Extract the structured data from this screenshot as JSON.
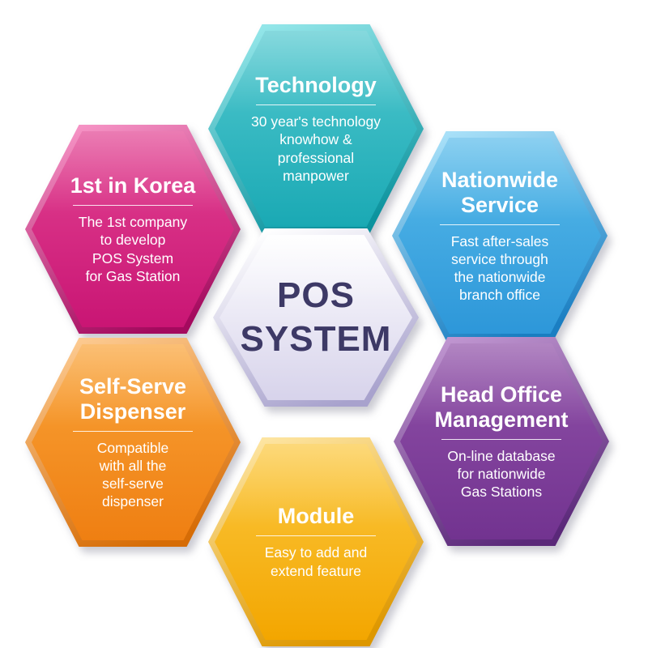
{
  "hexagons": [
    {
      "id": "pos-system",
      "title": "POS\nSYSTEM",
      "body": "",
      "colors": {
        "rim_light": "#ffffff",
        "rim_dark": "#a8a2cd",
        "fill_light": "#fefeff",
        "fill_dark": "#d7d3eb",
        "text": "#3d3966"
      }
    },
    {
      "id": "technology",
      "title": "Technology",
      "body": "30 year's technology\nknowhow &\nprofessional\nmanpower",
      "colors": {
        "rim_light": "#93e6e9",
        "rim_dark": "#0c939e",
        "fill_light": "#52c8cf",
        "fill_dark": "#1aa9b4",
        "text": "#ffffff"
      }
    },
    {
      "id": "nationwide-service",
      "title": "Nationwide\nService",
      "body": "Fast after-sales\nservice through\nthe nationwide\nbranch office",
      "colors": {
        "rim_light": "#a8e0f8",
        "rim_dark": "#1a7ec2",
        "fill_light": "#58bbea",
        "fill_dark": "#2d97d9",
        "text": "#ffffff"
      }
    },
    {
      "id": "first-in-korea",
      "title": "1st in Korea",
      "body": "The 1st company\nto develop\nPOS System\nfor Gas Station",
      "colors": {
        "rim_light": "#f592c4",
        "rim_dark": "#a40a5e",
        "fill_light": "#e24392",
        "fill_dark": "#c91574",
        "text": "#ffffff"
      }
    },
    {
      "id": "self-serve-dispenser",
      "title": "Self-Serve\nDispenser",
      "body": "Compatible\nwith all the\nself-serve\ndispenser",
      "colors": {
        "rim_light": "#fcc98f",
        "rim_dark": "#d66c06",
        "fill_light": "#f9a338",
        "fill_dark": "#ef7f12",
        "text": "#ffffff"
      }
    },
    {
      "id": "head-office-management",
      "title": "Head Office\nManagement",
      "body": "On-line database\nfor nationwide\nGas Stations",
      "colors": {
        "rim_light": "#bf95d0",
        "rim_dark": "#5a2879",
        "fill_light": "#9051a8",
        "fill_dark": "#723390",
        "text": "#ffffff"
      }
    },
    {
      "id": "module",
      "title": "Module",
      "body": "Easy to add and\nextend feature",
      "colors": {
        "rim_light": "#fde4a0",
        "rim_dark": "#dd9700",
        "fill_light": "#fbc840",
        "fill_dark": "#f3a600",
        "text": "#ffffff"
      }
    }
  ]
}
